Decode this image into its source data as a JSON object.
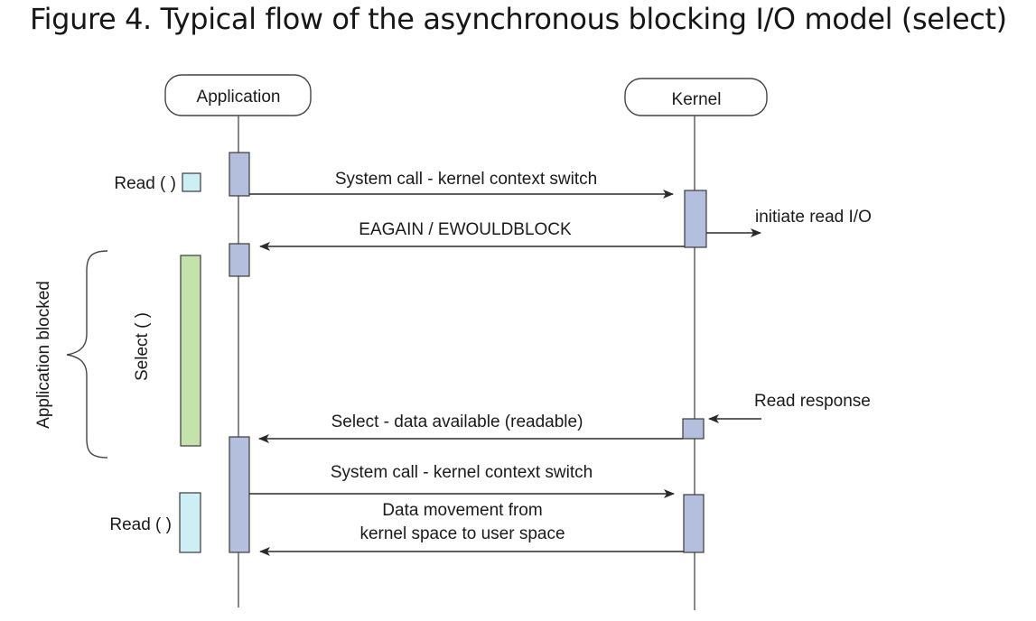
{
  "caption": "Figure 4. Typical flow of the asynchronous blocking I/O model (select)",
  "actors": {
    "application": "Application",
    "kernel": "Kernel"
  },
  "labels": {
    "read_1": "Read ( )",
    "read_2": "Read ( )",
    "select": "Select ( )",
    "application_blocked": "Application blocked",
    "initiate_read_io": "initiate read I/O",
    "read_response": "Read response"
  },
  "messages": {
    "syscall_1": "System call - kernel context switch",
    "eagain": "EAGAIN / EWOULDBLOCK",
    "select_data_available": "Select - data available (readable)",
    "syscall_2": "System call - kernel context switch",
    "data_movement_line1": "Data movement from",
    "data_movement_line2": "kernel space to user space"
  },
  "colors": {
    "activation_fill": "#b4bedd",
    "read_box_fill": "#cdeef4",
    "select_bar_fill": "#c4e2ab",
    "stroke": "#3a3a3a"
  }
}
